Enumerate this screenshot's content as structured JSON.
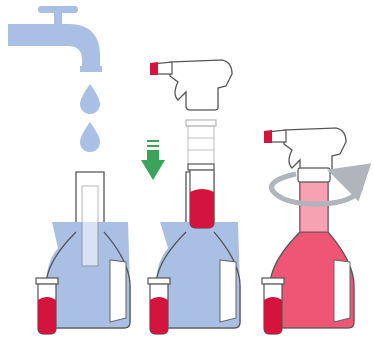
{
  "diagram": {
    "panels": [
      {
        "id": "fill-water",
        "steps": [
          "faucet",
          "water-drops",
          "bottle-with-water",
          "vial-with-concentrate"
        ]
      },
      {
        "id": "insert-concentrate",
        "steps": [
          "sprayer-head",
          "down-arrow",
          "vial-in-bottle-neck"
        ]
      },
      {
        "id": "twist-to-mix",
        "steps": [
          "sprayer-attached",
          "rotate-arrow",
          "mixed-solution"
        ]
      }
    ],
    "colors": {
      "water": "#a9bfe3",
      "faucet": "#a9bfe3",
      "concentrate": "#d4143c",
      "mixed": "#ef5574",
      "arrow": "#3aa55a",
      "outline": "#555555",
      "sprayer": "#ffffff",
      "nozzle": "#d4143c",
      "rotate-arrow": "#b0b4bb"
    },
    "icons": [
      "faucet-icon",
      "water-drop-icon",
      "spray-bottle-icon",
      "test-tube-icon",
      "down-arrow-icon",
      "rotate-arrow-icon"
    ]
  }
}
